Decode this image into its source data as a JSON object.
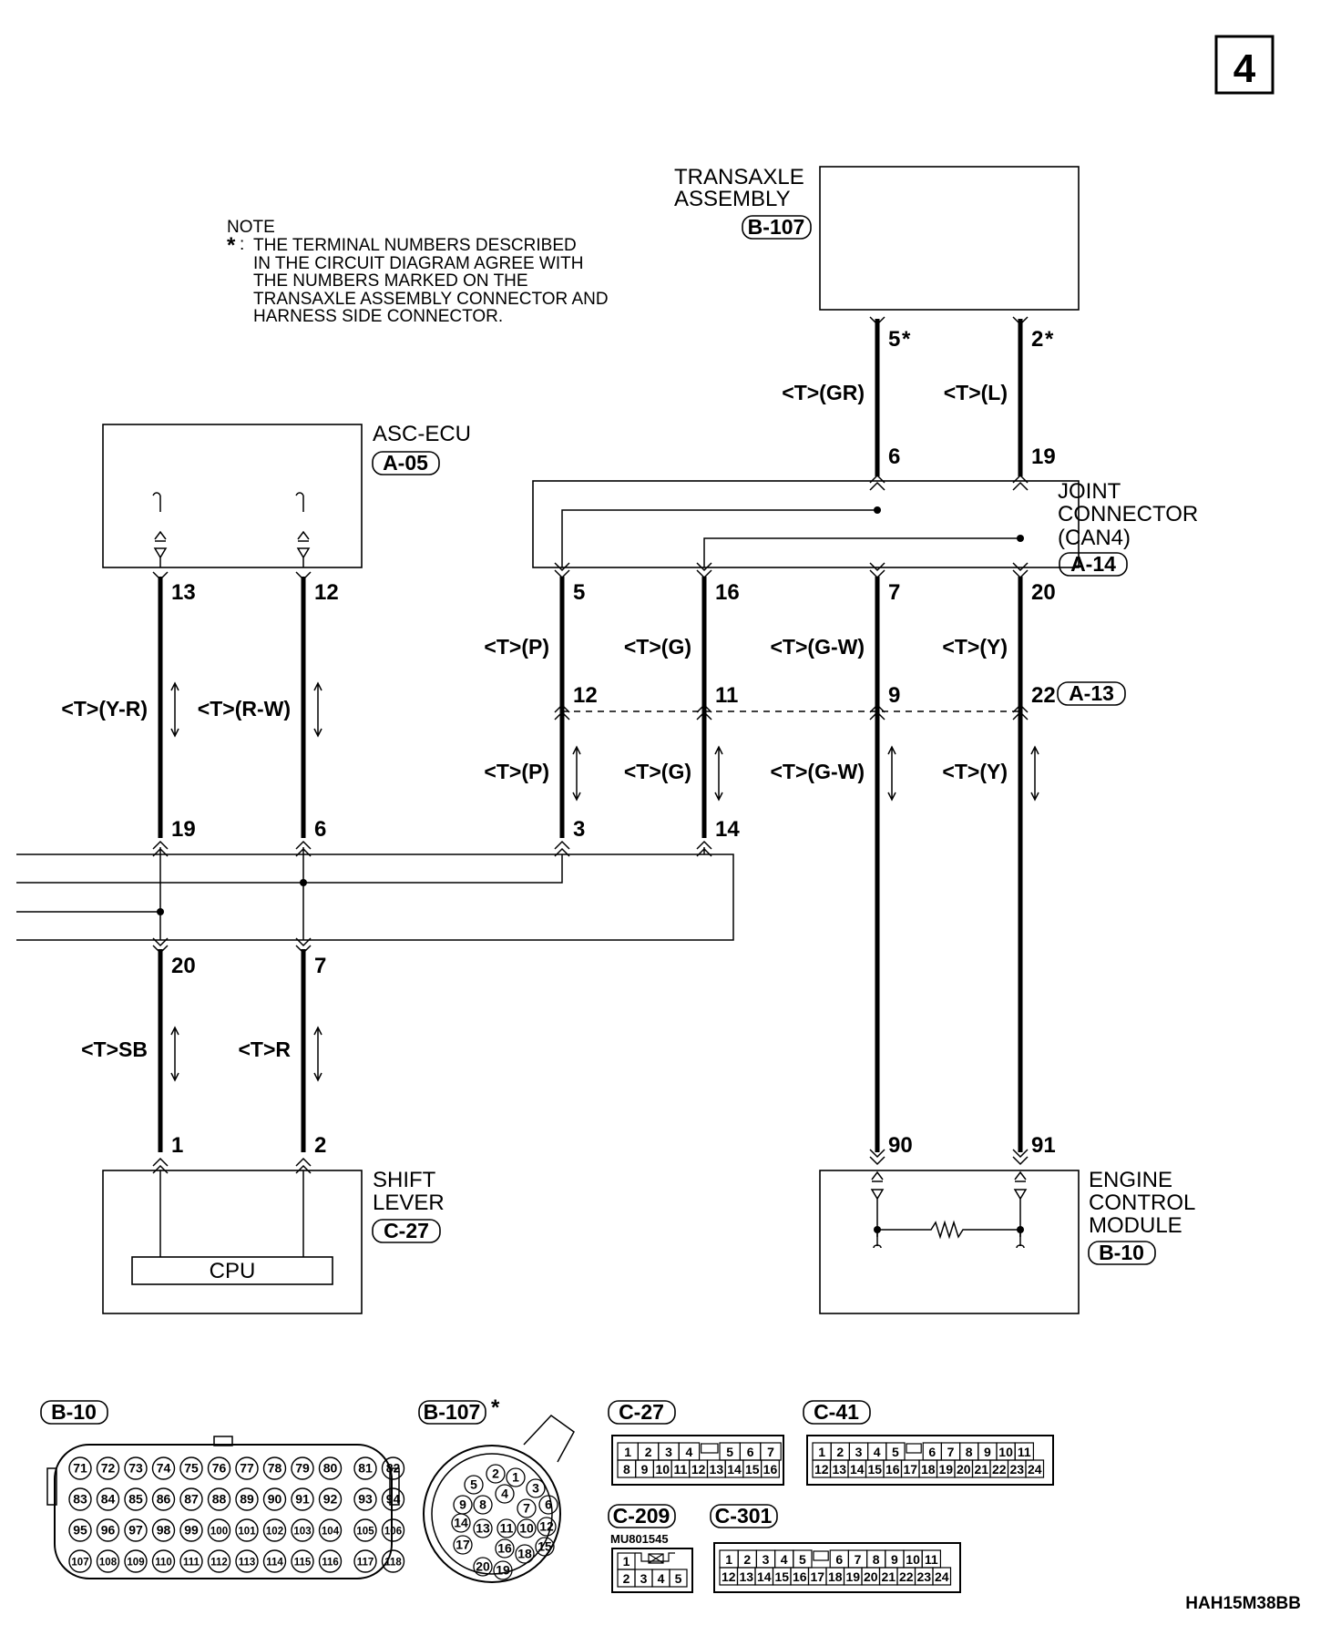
{
  "page_number": "4",
  "diagram_code": "HAH15M38BB",
  "note": {
    "title": "NOTE",
    "marker": "*",
    "lines": [
      "THE TERMINAL NUMBERS DESCRIBED",
      "IN THE CIRCUIT DIAGRAM AGREE WITH",
      "THE NUMBERS MARKED ON THE",
      "TRANSAXLE ASSEMBLY CONNECTOR AND",
      "HARNESS SIDE CONNECTOR."
    ]
  },
  "components": {
    "transaxle": {
      "name_line1": "TRANSAXLE",
      "name_line2": "ASSEMBLY",
      "connector": "B-107"
    },
    "asc_ecu": {
      "name": "ASC-ECU",
      "connector": "A-05"
    },
    "joint": {
      "name_line1": "JOINT",
      "name_line2": "CONNECTOR",
      "name_line3": "(CAN4)",
      "connector": "A-14"
    },
    "junction_a13": {
      "connector": "A-13"
    },
    "shift_lever": {
      "name_line1": "SHIFT",
      "name_line2": "LEVER",
      "connector": "C-27",
      "cpu": "CPU"
    },
    "ecm": {
      "name_line1": "ENGINE",
      "name_line2": "CONTROL",
      "name_line3": "MODULE",
      "connector": "B-10"
    }
  },
  "pins": {
    "t5": "5",
    "t2": "2",
    "j6": "6",
    "j19": "19",
    "j5": "5",
    "j16": "16",
    "j7": "7",
    "j20": "20",
    "a12": "12",
    "a11": "11",
    "a9": "9",
    "a22": "22",
    "c3": "3",
    "c14": "14",
    "e13": "13",
    "e12": "12",
    "c19": "19",
    "c6": "6",
    "c20": "20",
    "c7": "7",
    "s1": "1",
    "s2": "2",
    "m90": "90",
    "m91": "91"
  },
  "wires": {
    "gr": "<T>(GR)",
    "l": "<T>(L)",
    "p1": "<T>(P)",
    "g1": "<T>(G)",
    "gw1": "<T>(G-W)",
    "y1": "<T>(Y)",
    "p2": "<T>(P)",
    "g2": "<T>(G)",
    "gw2": "<T>(G-W)",
    "y2": "<T>(Y)",
    "yr": "<T>(Y-R)",
    "rw": "<T>(R-W)",
    "sb": "<T>SB",
    "r": "<T>R"
  },
  "star": "*",
  "connector_views": {
    "b10": {
      "label": "B-10",
      "rows": [
        [
          "71",
          "72",
          "73",
          "74",
          "75",
          "76",
          "77",
          "78",
          "79",
          "80",
          "81",
          "82"
        ],
        [
          "83",
          "84",
          "85",
          "86",
          "87",
          "88",
          "89",
          "90",
          "91",
          "92",
          "93",
          "94"
        ],
        [
          "95",
          "96",
          "97",
          "98",
          "99",
          "100",
          "101",
          "102",
          "103",
          "104",
          "105",
          "106"
        ],
        [
          "107",
          "108",
          "109",
          "110",
          "111",
          "112",
          "113",
          "114",
          "115",
          "116",
          "117",
          "118"
        ]
      ]
    },
    "b107": {
      "label": "B-107",
      "pins": [
        "1",
        "2",
        "3",
        "4",
        "5",
        "6",
        "7",
        "8",
        "9",
        "10",
        "11",
        "12",
        "13",
        "14",
        "15",
        "16",
        "17",
        "18",
        "19",
        "20"
      ]
    },
    "c27": {
      "label": "C-27",
      "row1": [
        "1",
        "2",
        "3",
        "4",
        "",
        "5",
        "6",
        "7"
      ],
      "row2": [
        "8",
        "9",
        "10",
        "11",
        "12",
        "13",
        "14",
        "15",
        "16"
      ]
    },
    "c41": {
      "label": "C-41",
      "row1": [
        "1",
        "2",
        "3",
        "4",
        "5",
        "",
        "6",
        "7",
        "8",
        "9",
        "10",
        "11"
      ],
      "row2": [
        "12",
        "13",
        "14",
        "15",
        "16",
        "17",
        "18",
        "19",
        "20",
        "21",
        "22",
        "23",
        "24"
      ]
    },
    "c209": {
      "label": "C-209",
      "part": "MU801545",
      "row1": [
        "1",
        "",
        ""
      ],
      "row2": [
        "2",
        "3",
        "4",
        "5"
      ]
    },
    "c301": {
      "label": "C-301",
      "row1": [
        "1",
        "2",
        "3",
        "4",
        "5",
        "",
        "6",
        "7",
        "8",
        "9",
        "10",
        "11"
      ],
      "row2": [
        "12",
        "13",
        "14",
        "15",
        "16",
        "17",
        "18",
        "19",
        "20",
        "21",
        "22",
        "23",
        "24"
      ]
    }
  }
}
